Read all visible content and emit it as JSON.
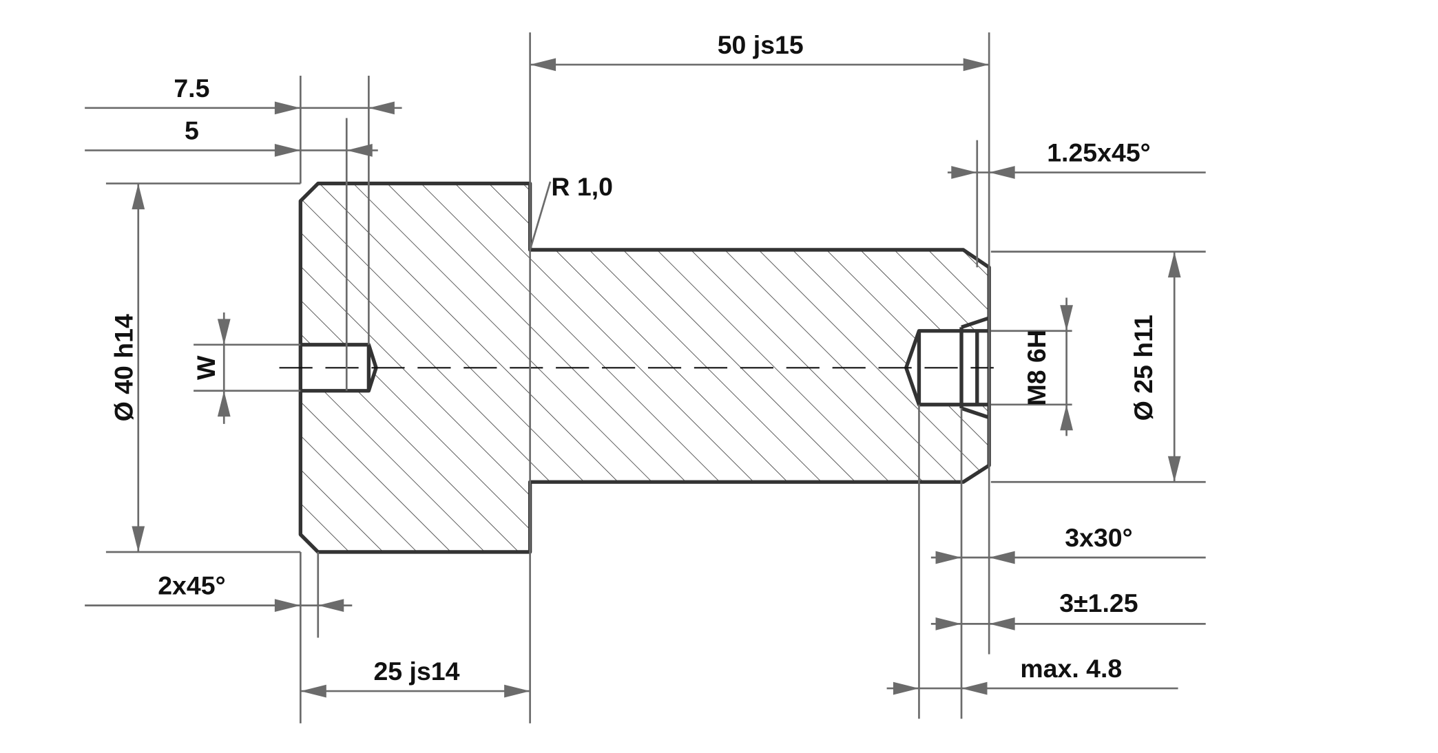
{
  "drawing": {
    "title": "Shaft part section drawing",
    "colors": {
      "outline": "#333333",
      "dimension": "#6b6b6b",
      "text": "#111111"
    },
    "dimensions": {
      "overall_length": "50 js15",
      "head_offset_7_5": "7.5",
      "head_offset_5": "5",
      "head_diameter": "Ø 40 h14",
      "hole_width": "W",
      "fillet_radius": "R 1,0",
      "end_chamfer": "1.25x45°",
      "shaft_diameter": "Ø 25 h11",
      "thread": "M8 6H",
      "thread_chamfer": "3x30°",
      "thread_depth": "3±1.25",
      "max_depth": "max. 4.8",
      "head_chamfer": "2x45°",
      "head_length": "25 js14"
    }
  }
}
